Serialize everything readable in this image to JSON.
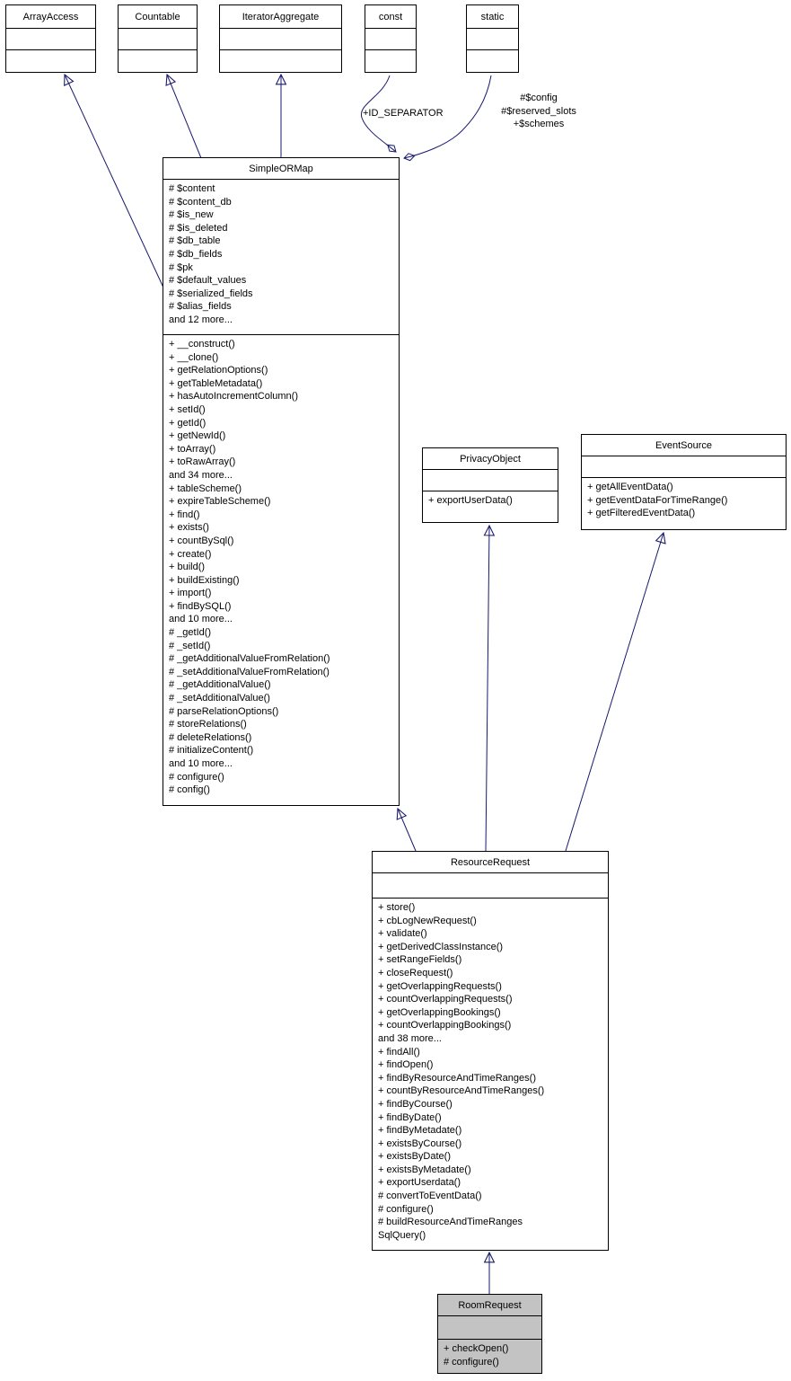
{
  "colors": {
    "edge": "#191970",
    "box_border": "#000000",
    "box_fill": "#ffffff",
    "current_class_fill": "#c3c3c3"
  },
  "edge_labels": {
    "id_separator": "+ID_SEPARATOR",
    "static_members": [
      "#$config",
      "#$reserved_slots",
      "+$schemes"
    ]
  },
  "classes": {
    "arrayaccess": {
      "title": "ArrayAccess",
      "attributes": [],
      "methods": []
    },
    "countable": {
      "title": "Countable",
      "attributes": [],
      "methods": []
    },
    "iteratoraggregate": {
      "title": "IteratorAggregate",
      "attributes": [],
      "methods": []
    },
    "const": {
      "title": "const",
      "attributes": [],
      "methods": []
    },
    "static": {
      "title": "static",
      "attributes": [],
      "methods": []
    },
    "simpleormap": {
      "title": "SimpleORMap",
      "attributes": [
        "# $content",
        "# $content_db",
        "# $is_new",
        "# $is_deleted",
        "# $db_table",
        "# $db_fields",
        "# $pk",
        "# $default_values",
        "# $serialized_fields",
        "# $alias_fields",
        "and 12 more..."
      ],
      "methods": [
        "+ __construct()",
        "+ __clone()",
        "+ getRelationOptions()",
        "+ getTableMetadata()",
        "+ hasAutoIncrementColumn()",
        "+ setId()",
        "+ getId()",
        "+ getNewId()",
        "+ toArray()",
        "+ toRawArray()",
        "and 34 more...",
        "+ tableScheme()",
        "+ expireTableScheme()",
        "+ find()",
        "+ exists()",
        "+ countBySql()",
        "+ create()",
        "+ build()",
        "+ buildExisting()",
        "+ import()",
        "+ findBySQL()",
        "and 10 more...",
        "# _getId()",
        "# _setId()",
        "# _getAdditionalValueFromRelation()",
        "# _setAdditionalValueFromRelation()",
        "# _getAdditionalValue()",
        "# _setAdditionalValue()",
        "# parseRelationOptions()",
        "# storeRelations()",
        "# deleteRelations()",
        "# initializeContent()",
        "and 10 more...",
        "# configure()",
        "# config()"
      ]
    },
    "privacyobject": {
      "title": "PrivacyObject",
      "attributes": [],
      "methods": [
        "+ exportUserData()"
      ]
    },
    "eventsource": {
      "title": "EventSource",
      "attributes": [],
      "methods": [
        "+ getAllEventData()",
        "+ getEventDataForTimeRange()",
        "+ getFilteredEventData()"
      ]
    },
    "resourcerequest": {
      "title": "ResourceRequest",
      "attributes": [],
      "methods": [
        "+ store()",
        "+ cbLogNewRequest()",
        "+ validate()",
        "+ getDerivedClassInstance()",
        "+ setRangeFields()",
        "+ closeRequest()",
        "+ getOverlappingRequests()",
        "+ countOverlappingRequests()",
        "+ getOverlappingBookings()",
        "+ countOverlappingBookings()",
        "and 38 more...",
        "+ findAll()",
        "+ findOpen()",
        "+ findByResourceAndTimeRanges()",
        "+ countByResourceAndTimeRanges()",
        "+ findByCourse()",
        "+ findByDate()",
        "+ findByMetadate()",
        "+ existsByCourse()",
        "+ existsByDate()",
        "+ existsByMetadate()",
        "+ exportUserdata()",
        "# convertToEventData()",
        "# configure()",
        "# buildResourceAndTimeRanges",
        "SqlQuery()"
      ]
    },
    "roomrequest": {
      "title": "RoomRequest",
      "attributes": [],
      "methods": [
        "+ checkOpen()",
        "# configure()"
      ]
    }
  }
}
